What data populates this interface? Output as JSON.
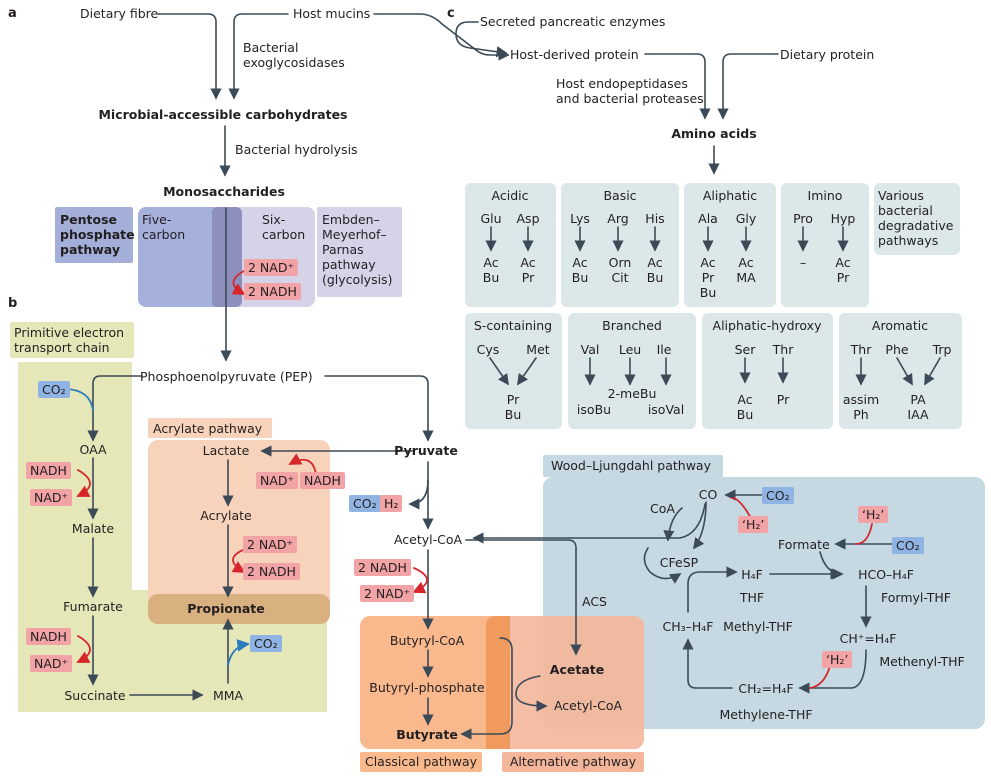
{
  "panels": {
    "a": "a",
    "b": "b",
    "c": "c"
  },
  "a": {
    "dietary_fibre": "Dietary fibre",
    "host_mucins": "Host mucins",
    "bacterial_exoglycosidases": "Bacterial\nexoglycosidases",
    "mac": "Microbial-accessible carbohydrates",
    "bacterial_hydrolysis": "Bacterial hydrolysis",
    "monosaccharides": "Monosaccharides",
    "pentose_phosphate": "Pentose\nphosphate\npathway",
    "five_carbon": "Five-\ncarbon",
    "six_carbon": "Six-\ncarbon",
    "embden": "Embden–\nMeyerhof–\nParnas\npathway\n(glycolysis)",
    "nad_plus": "2 NAD⁺",
    "nadh": "2 NADH"
  },
  "b": {
    "primitive_etc": "Primitive electron\ntransport chain",
    "pep": "Phosphoenolpyruvate (PEP)",
    "co2": "CO₂",
    "oaa": "OAA",
    "nadh": "NADH",
    "nad_plus": "NAD⁺",
    "malate": "Malate",
    "fumarate": "Fumarate",
    "succinate": "Succinate",
    "mma": "MMA",
    "acrylate_pathway": "Acrylate pathway",
    "lactate": "Lactate",
    "acrylate": "Acrylate",
    "propionate": "Propionate",
    "two_nad_plus": "2 NAD⁺",
    "two_nadh": "2 NADH",
    "pyruvate": "Pyruvate",
    "h2": "H₂",
    "acetyl_coa": "Acetyl-CoA",
    "butyryl_coa": "Butyryl-CoA",
    "butyryl_phosphate": "Butyryl-phosphate",
    "butyrate": "Butyrate",
    "acetate": "Acetate",
    "acs": "ACS",
    "classical": "Classical pathway",
    "alternative": "Alternative pathway",
    "wood": {
      "title": "Wood–Ljungdahl pathway",
      "coa_left": "CoA",
      "co": "CO",
      "co2": "CO₂",
      "h2": "‘H₂’",
      "cfesp": "CFeSP",
      "formate": "Formate",
      "h4f": "H₄F",
      "thf": "THF",
      "hco_h4f": "HCO–H₄F",
      "formyl_thf": "Formyl-THF",
      "ch3_h4f": "CH₃–H₄F",
      "methyl_thf": "Methyl-THF",
      "ch_h4f": "CH⁺=H₄F",
      "methenyl_thf": "Methenyl-THF",
      "ch2_h4f": "CH₂=H₄F",
      "methylene_thf": "Methylene-THF"
    }
  },
  "c": {
    "secreted": "Secreted pancreatic enzymes",
    "host_protein": "Host-derived protein",
    "dietary_protein": "Dietary protein",
    "endopeptidases": "Host endopeptidases\nand bacterial proteases",
    "amino_acids": "Amino acids",
    "various": "Various\nbacterial\ndegradative\npathways",
    "groups": [
      {
        "title": "Acidic",
        "aa": [
          "Glu",
          "Asp"
        ],
        "products": [
          "Ac\nBu",
          "Ac\nPr"
        ]
      },
      {
        "title": "Basic",
        "aa": [
          "Lys",
          "Arg",
          "His"
        ],
        "products": [
          "Ac\nBu",
          "Orn\nCit",
          "Ac\nBu"
        ]
      },
      {
        "title": "Aliphatic",
        "aa": [
          "Ala",
          "Gly"
        ],
        "products": [
          "Ac\nPr\nBu",
          "Ac\nMA"
        ]
      },
      {
        "title": "Imino",
        "aa": [
          "Pro",
          "Hyp"
        ],
        "products": [
          "–",
          "Ac\nPr"
        ]
      },
      {
        "title": "S-containing",
        "aa": [
          "Cys",
          "Met"
        ],
        "products": [
          "Pr\nBu"
        ]
      },
      {
        "title": "Branched",
        "aa": [
          "Val",
          "Leu",
          "Ile"
        ],
        "products": [
          "2-meBu",
          "isoBu",
          "isoVal"
        ]
      },
      {
        "title": "Aliphatic-hydroxy",
        "aa": [
          "Ser",
          "Thr"
        ],
        "products": [
          "Ac\nBu",
          "Pr"
        ]
      },
      {
        "title": "Aromatic",
        "aa": [
          "Thr",
          "Phe",
          "Trp"
        ],
        "products": [
          "assim\nPh",
          "PA\nIAA"
        ]
      }
    ]
  },
  "colors": {
    "arrow": "#3c4a57",
    "red_arrow": "#d7262b",
    "blue_arrow": "#2b7bbf",
    "pill_red": "#f2a3a5",
    "pill_blue": "#8fb4e3",
    "olive": "#e6e7b8",
    "peach": "#f8d3bc",
    "orange": "#f9b98d",
    "wl_blue": "#c6d9e2",
    "aa_box": "#dce7ea",
    "lavender": "#d6d2e8",
    "pentose": "#a4afd9"
  }
}
